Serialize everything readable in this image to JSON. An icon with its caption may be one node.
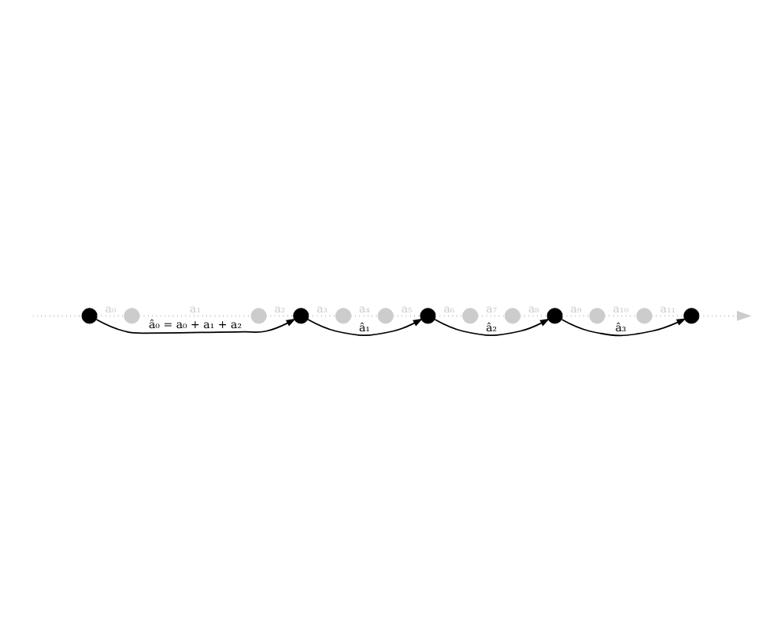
{
  "diagram": {
    "nodes": [
      {
        "text": [],
        "shape": "circle"
      },
      {
        "text": [],
        "shape": "circle"
      },
      {
        "text": [],
        "shape": "circle"
      },
      {
        "text": [],
        "shape": "circle"
      },
      {
        "text": [],
        "shape": "circle"
      },
      {
        "text": [],
        "shape": "circle"
      },
      {
        "text": [],
        "shape": "circle"
      },
      {
        "text": [],
        "shape": "circle"
      },
      {
        "text": [],
        "shape": "circle"
      },
      {
        "text": [],
        "shape": "circle"
      },
      {
        "text": [],
        "shape": "circle"
      },
      {
        "text": [],
        "shape": "circle"
      },
      {
        "text": [],
        "shape": "circle"
      }
    ],
    "edges": [
      {
        "from": null,
        "to": 0,
        "arrow": "none",
        "style": "dashed"
      },
      {
        "from": 0,
        "to": 1,
        "arrow": "none",
        "style": "dashed",
        "label": "a₀"
      },
      {
        "from": 1,
        "to": 2,
        "arrow": "none",
        "style": "dashed",
        "label": "a₁"
      },
      {
        "from": 2,
        "to": 3,
        "arrow": "none",
        "style": "dashed",
        "label": "a₂"
      },
      {
        "from": 3,
        "to": 4,
        "arrow": "none",
        "style": "dashed",
        "label": "a₃"
      },
      {
        "from": 4,
        "to": 5,
        "arrow": "none",
        "style": "dashed",
        "label": "a₄"
      },
      {
        "from": 5,
        "to": 6,
        "arrow": "none",
        "style": "dashed",
        "label": "a₅"
      },
      {
        "from": 6,
        "to": 7,
        "arrow": "none",
        "style": "dashed",
        "label": "a₆"
      },
      {
        "from": 7,
        "to": 8,
        "arrow": "none",
        "style": "dashed",
        "label": "a₇"
      },
      {
        "from": 8,
        "to": 9,
        "arrow": "none",
        "style": "dashed",
        "label": "a₈"
      },
      {
        "from": 9,
        "to": 10,
        "arrow": "none",
        "style": "dashed",
        "label": "a₉"
      },
      {
        "from": 10,
        "to": 11,
        "arrow": "none",
        "style": "dashed",
        "label": "a₁₀"
      },
      {
        "from": 11,
        "to": 12,
        "arrow": "none",
        "style": "dashed",
        "label": "a₁₁"
      },
      {
        "from": 12,
        "to": null,
        "arrow": "to",
        "style": "dashed"
      },
      {
        "from": 0,
        "to": 3,
        "arrow": "to",
        "color": "#000000",
        "label": "â₀ = a₀ + a₁ + a₂"
      },
      {
        "from": 3,
        "to": 6,
        "arrow": "to",
        "color": "#000000",
        "label": "â₁"
      },
      {
        "from": 6,
        "to": 9,
        "arrow": "to",
        "color": "#000000",
        "label": "â₂"
      },
      {
        "from": 9,
        "to": 12,
        "arrow": "to",
        "color": "#000000",
        "label": "â₃"
      }
    ]
  }
}
